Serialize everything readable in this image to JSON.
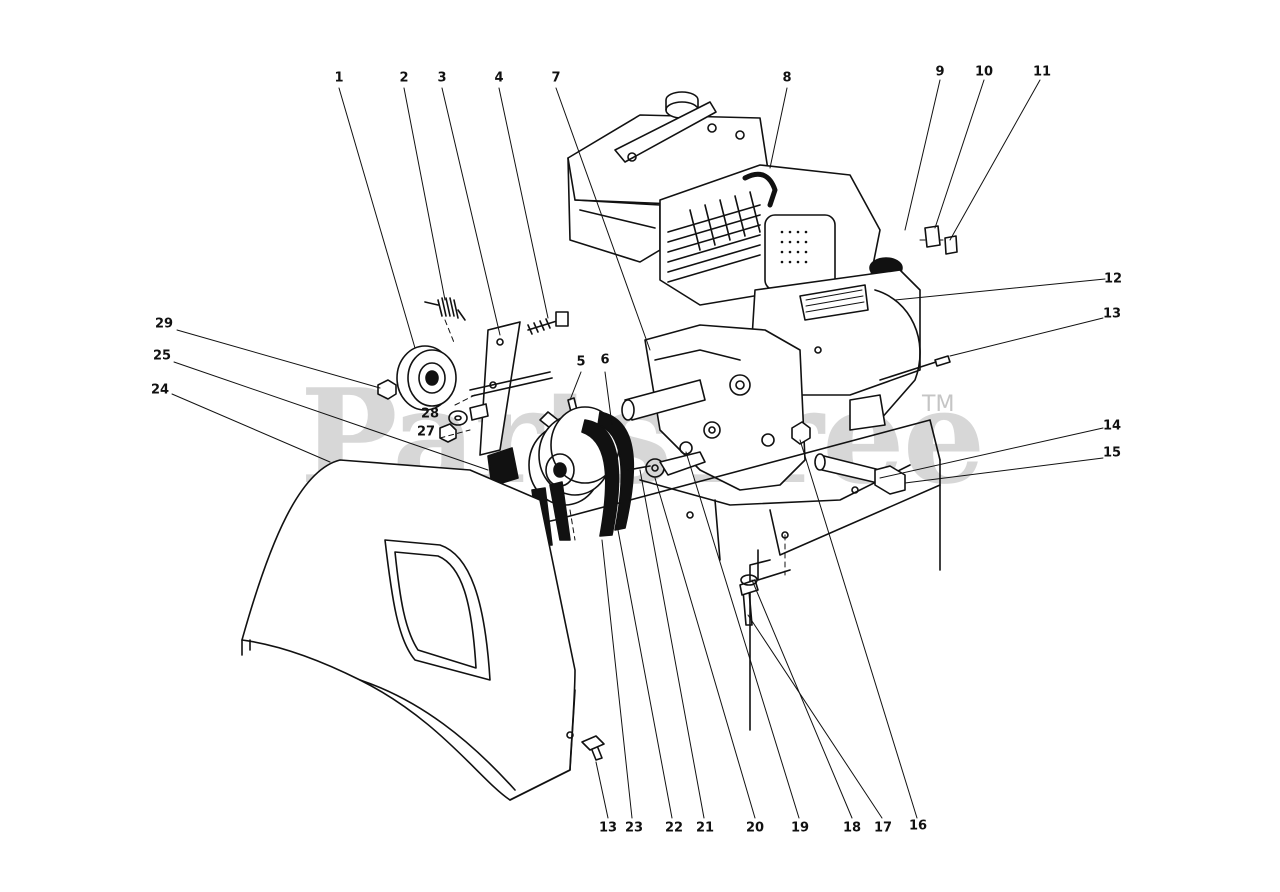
{
  "watermark": {
    "text": "PartsTree",
    "trademark": "TM"
  },
  "colors": {
    "ink": "#111111",
    "paper": "#ffffff",
    "watermark": "#969696"
  },
  "callouts": [
    {
      "id": "1",
      "label": "1"
    },
    {
      "id": "2",
      "label": "2"
    },
    {
      "id": "3",
      "label": "3"
    },
    {
      "id": "4",
      "label": "4"
    },
    {
      "id": "7",
      "label": "7"
    },
    {
      "id": "8",
      "label": "8"
    },
    {
      "id": "9",
      "label": "9"
    },
    {
      "id": "10",
      "label": "10"
    },
    {
      "id": "11",
      "label": "11"
    },
    {
      "id": "12",
      "label": "12"
    },
    {
      "id": "13a",
      "label": "13"
    },
    {
      "id": "29",
      "label": "29"
    },
    {
      "id": "25",
      "label": "25"
    },
    {
      "id": "24",
      "label": "24"
    },
    {
      "id": "5",
      "label": "5"
    },
    {
      "id": "6",
      "label": "6"
    },
    {
      "id": "28",
      "label": "28"
    },
    {
      "id": "27",
      "label": "27"
    },
    {
      "id": "14",
      "label": "14"
    },
    {
      "id": "15",
      "label": "15"
    },
    {
      "id": "13b",
      "label": "13"
    },
    {
      "id": "23",
      "label": "23"
    },
    {
      "id": "22",
      "label": "22"
    },
    {
      "id": "21",
      "label": "21"
    },
    {
      "id": "20",
      "label": "20"
    },
    {
      "id": "19",
      "label": "19"
    },
    {
      "id": "18",
      "label": "18"
    },
    {
      "id": "17",
      "label": "17"
    },
    {
      "id": "16",
      "label": "16"
    }
  ]
}
